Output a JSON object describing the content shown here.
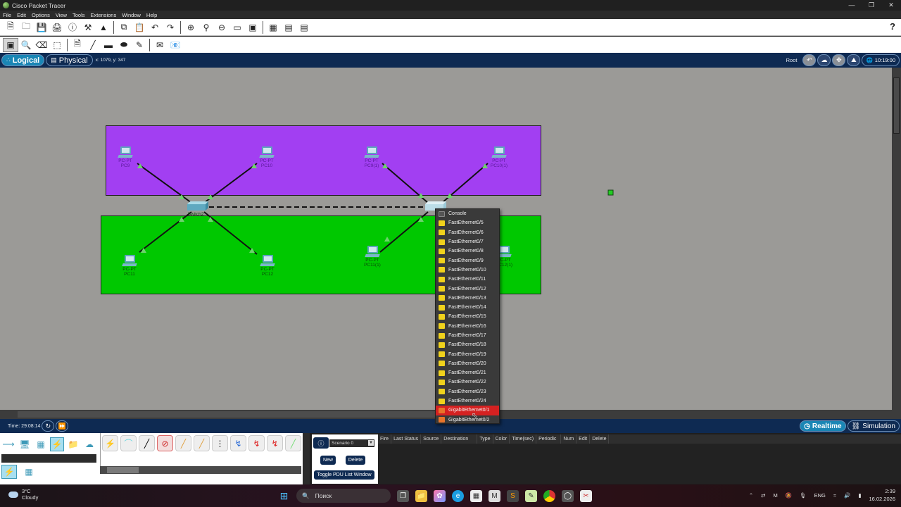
{
  "window": {
    "title": "Cisco Packet Tracer",
    "controls": [
      "minimize",
      "restore",
      "close"
    ]
  },
  "menu": [
    "File",
    "Edit",
    "Options",
    "View",
    "Tools",
    "Extensions",
    "Window",
    "Help"
  ],
  "toolbar_main": [
    "new-file",
    "open",
    "save",
    "print",
    "activity-wizard",
    "custom-device",
    "pdu",
    "copy",
    "paste",
    "undo",
    "redo",
    "zoom-in",
    "zoom-reset",
    "zoom-out",
    "drawing-palette",
    "custom-device-dialog",
    "viewport",
    "cluster",
    "image"
  ],
  "toolbar_secondary": [
    "select",
    "inspect",
    "delete",
    "resize",
    "note",
    "line",
    "rectangle",
    "ellipse",
    "freeform",
    "simple-pdu",
    "complex-pdu"
  ],
  "help_label": "?",
  "nav": {
    "logical_label": "Logical",
    "physical_label": "Physical",
    "coords": "x: 1079, y: 347",
    "root_label": "Root",
    "clock": "10:19:00"
  },
  "canvas": {
    "zones": [
      {
        "name": "purple-zone",
        "color": "#a23ff2"
      },
      {
        "name": "green-zone",
        "color": "#00c800"
      }
    ],
    "devices": [
      {
        "type": "PC-PT",
        "name": "PC9"
      },
      {
        "type": "PC-PT",
        "name": "PC10"
      },
      {
        "type": "PC-PT",
        "name": "PC9(1)"
      },
      {
        "type": "PC-PT",
        "name": "PC10(1)"
      },
      {
        "type": "PC-PT",
        "name": "PC11"
      },
      {
        "type": "PC-PT",
        "name": "PC12"
      },
      {
        "type": "PC-PT",
        "name": "PC11(1)"
      },
      {
        "type": "PC-PT",
        "name": "PC12(1)"
      },
      {
        "type": "2960-24TT",
        "name": "Switch2"
      },
      {
        "type": "2960-24TT",
        "name": "Switch3"
      }
    ]
  },
  "port_menu": {
    "items": [
      {
        "label": "Console",
        "kind": "console"
      },
      {
        "label": "FastEthernet0/5",
        "kind": "fa"
      },
      {
        "label": "FastEthernet0/6",
        "kind": "fa"
      },
      {
        "label": "FastEthernet0/7",
        "kind": "fa"
      },
      {
        "label": "FastEthernet0/8",
        "kind": "fa"
      },
      {
        "label": "FastEthernet0/9",
        "kind": "fa"
      },
      {
        "label": "FastEthernet0/10",
        "kind": "fa"
      },
      {
        "label": "FastEthernet0/11",
        "kind": "fa"
      },
      {
        "label": "FastEthernet0/12",
        "kind": "fa"
      },
      {
        "label": "FastEthernet0/13",
        "kind": "fa"
      },
      {
        "label": "FastEthernet0/14",
        "kind": "fa"
      },
      {
        "label": "FastEthernet0/15",
        "kind": "fa"
      },
      {
        "label": "FastEthernet0/16",
        "kind": "fa"
      },
      {
        "label": "FastEthernet0/17",
        "kind": "fa"
      },
      {
        "label": "FastEthernet0/18",
        "kind": "fa"
      },
      {
        "label": "FastEthernet0/19",
        "kind": "fa"
      },
      {
        "label": "FastEthernet0/20",
        "kind": "fa"
      },
      {
        "label": "FastEthernet0/21",
        "kind": "fa"
      },
      {
        "label": "FastEthernet0/22",
        "kind": "fa"
      },
      {
        "label": "FastEthernet0/23",
        "kind": "fa"
      },
      {
        "label": "FastEthernet0/24",
        "kind": "fa"
      },
      {
        "label": "GigabitEthernet0/1",
        "kind": "gig",
        "highlighted": true
      },
      {
        "label": "GigabitEthernet0/2",
        "kind": "gig"
      }
    ]
  },
  "bottom": {
    "time": "Time: 29:08:14",
    "realtime_label": "Realtime",
    "simulation_label": "Simulation"
  },
  "device_panel": {
    "categories": [
      "network-devices",
      "end-devices",
      "components",
      "connections",
      "miscellaneous",
      "multiuser"
    ],
    "selected_category": "connections",
    "cables": [
      "automatic",
      "console",
      "copper-straight-through",
      "copper-cross-over",
      "fiber",
      "phone",
      "coaxial",
      "serial-dce",
      "serial-dte",
      "octal",
      "iot-custom"
    ]
  },
  "scenario": {
    "selected": "Scenario 0",
    "new_label": "New",
    "delete_label": "Delete",
    "toggle_label": "Toggle PDU List Window"
  },
  "pdu_table": {
    "columns": [
      "Fire",
      "Last Status",
      "Source",
      "Destination",
      "Type",
      "Color",
      "Time(sec)",
      "Periodic",
      "Num",
      "Edit",
      "Delete"
    ],
    "rows": []
  },
  "taskbar": {
    "weather_temp": "3°C",
    "weather_desc": "Cloudy",
    "search_placeholder": "Поиск",
    "lang": "ENG",
    "time": "2:39",
    "date": "16.02.2026"
  }
}
